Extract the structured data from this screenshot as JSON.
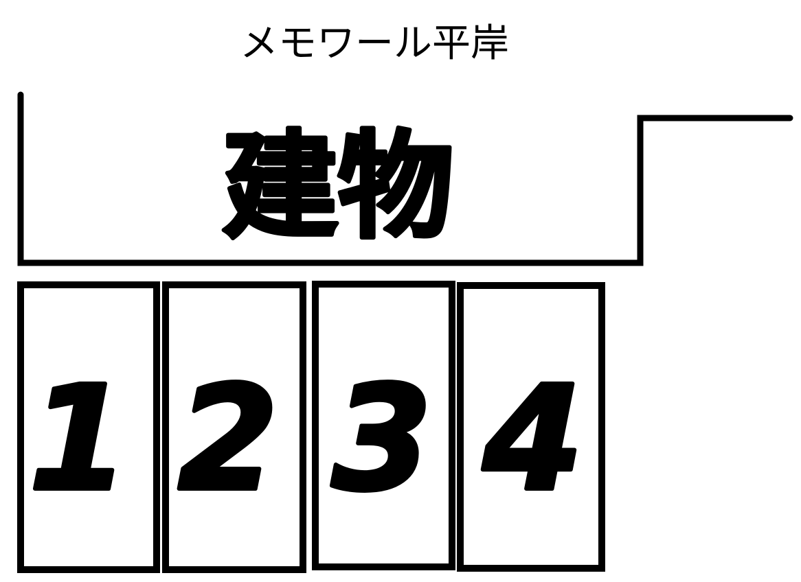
{
  "title": "メモワール平岸",
  "building_label": "建物",
  "parking_spaces": [
    {
      "number": "1"
    },
    {
      "number": "2"
    },
    {
      "number": "3"
    },
    {
      "number": "4"
    }
  ],
  "colors": {
    "ink": "#000000",
    "background": "#ffffff"
  }
}
